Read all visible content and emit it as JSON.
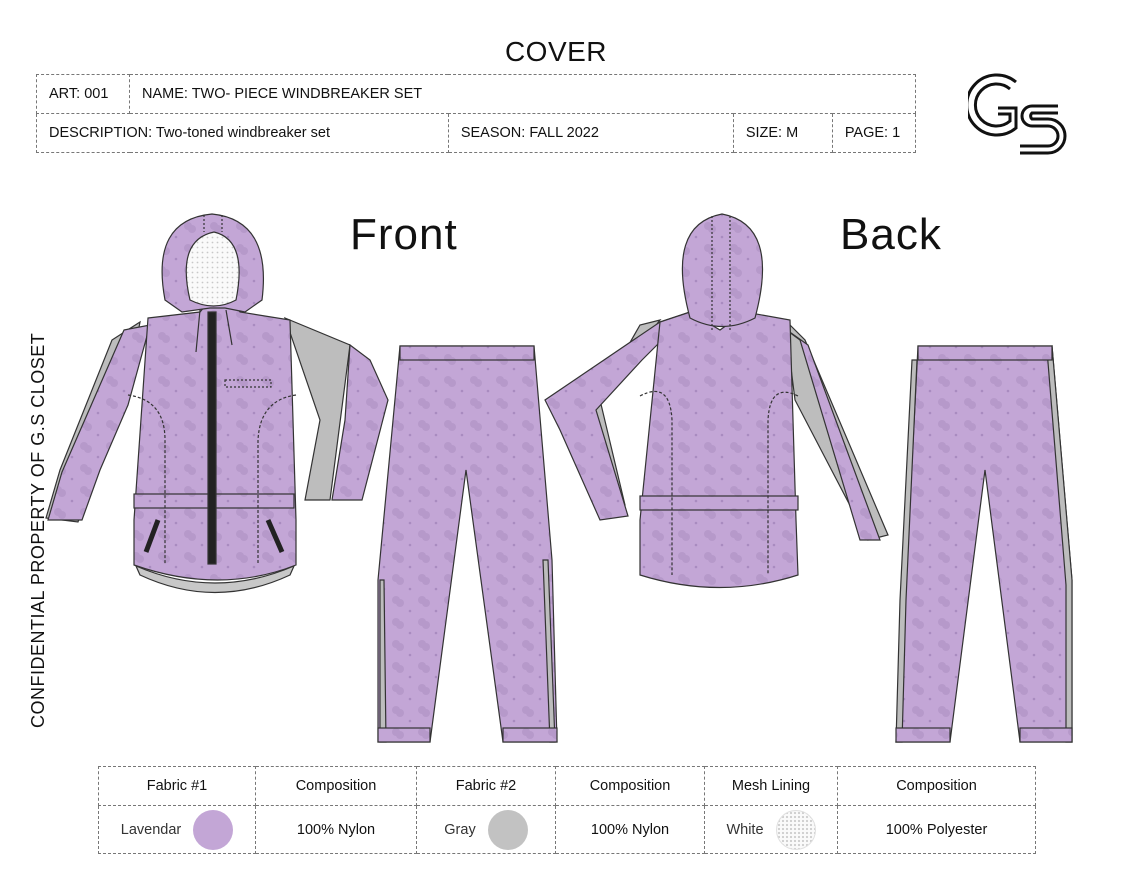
{
  "page": {
    "title": "COVER",
    "side_text": "CONFIDENTIAL PROPERTY OF G.S  CLOSET",
    "logo_text": "GS"
  },
  "header": {
    "art": "ART: 001",
    "name": "NAME: TWO- PIECE WINDBREAKER SET",
    "description": "DESCRIPTION: Two-toned windbreaker set",
    "season": "SEASON: FALL 2022",
    "size": "SIZE: M",
    "page": "PAGE: 1"
  },
  "views": {
    "front": "Front",
    "back": "Back"
  },
  "fabric_table": {
    "headers": [
      "Fabric #1",
      "Composition",
      "Fabric #2",
      "Composition",
      "Mesh Lining",
      "Composition"
    ],
    "fabric1": {
      "name": "Lavendar",
      "color": "#c3a6d6",
      "composition": "100% Nylon"
    },
    "fabric2": {
      "name": "Gray",
      "color": "#c2c2c2",
      "composition": "100% Nylon"
    },
    "mesh": {
      "name": "White",
      "color": "#fafafa",
      "composition": "100% Polyester"
    }
  },
  "colors": {
    "lavender": "#c3a6d6",
    "lavender_dot": "#b396c8",
    "gray_panel": "#bdbdbd",
    "outline": "#333333"
  }
}
